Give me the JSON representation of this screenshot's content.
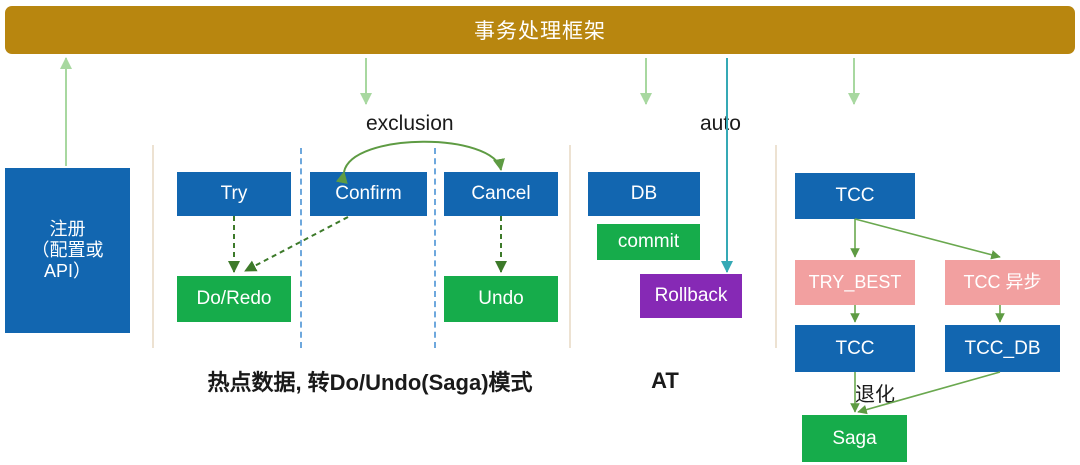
{
  "title": {
    "text": "事务处理框架",
    "color": "#b8860f"
  },
  "colors": {
    "blue": "#1266b0",
    "green": "#16ac4b",
    "red": "#f2a0a0",
    "purple": "#8629b5",
    "arrow_green": "#6aa84f",
    "arrow_light_green": "#a8d8a0",
    "arrow_teal": "#35a9b5",
    "divider": "#ede2d2",
    "dashed_blue": "#6ea8dd"
  },
  "register": {
    "line1": "注册",
    "line2": "（配置或",
    "line3": "API）"
  },
  "tcc_section": {
    "try": "Try",
    "confirm": "Confirm",
    "cancel": "Cancel",
    "do_redo": "Do/Redo",
    "undo": "Undo",
    "exclusion_label": "exclusion",
    "caption": "热点数据, 转Do/Undo(Saga)模式"
  },
  "at_section": {
    "db": "DB",
    "commit": "commit",
    "rollback": "Rollback",
    "auto_label": "auto",
    "caption": "AT"
  },
  "right_section": {
    "tcc_top": "TCC",
    "try_best": "TRY_BEST",
    "tcc_async": "TCC 异步",
    "tcc_mid": "TCC",
    "tcc_db": "TCC_DB",
    "saga": "Saga",
    "degrade_label": "退化"
  }
}
